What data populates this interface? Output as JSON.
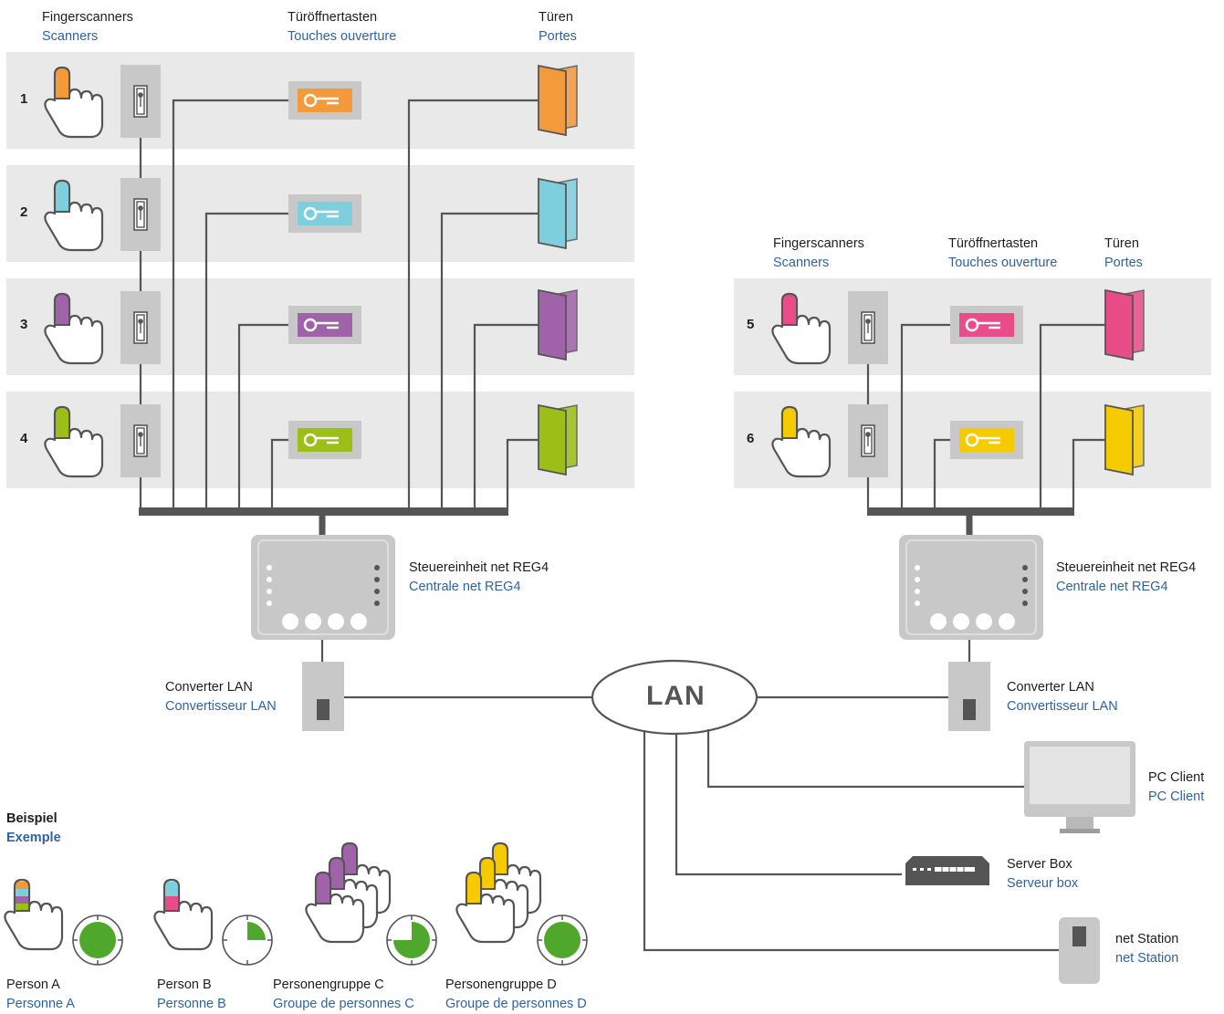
{
  "colors": {
    "orange": "#f39a3a",
    "light_blue": "#7ecfdd",
    "purple": "#a063a9",
    "green": "#9bbf16",
    "pink": "#e84d8a",
    "yellow": "#f5cb00",
    "text_fr": "#2e63a3",
    "row_bg": "#e9e9ea",
    "device_gray": "#c8c8c8",
    "line_gray": "#555555",
    "clock_green": "#4fa72b"
  },
  "left": {
    "headers": {
      "scanners": {
        "de": "Fingerscanners",
        "fr": "Scanners"
      },
      "keys": {
        "de": "Türöffnertasten",
        "fr": "Touches ouverture"
      },
      "doors": {
        "de": "Türen",
        "fr": "Portes"
      }
    },
    "rows": [
      {
        "num": "1",
        "color": "orange"
      },
      {
        "num": "2",
        "color": "light_blue"
      },
      {
        "num": "3",
        "color": "purple"
      },
      {
        "num": "4",
        "color": "green"
      }
    ],
    "controller": {
      "de": "Steuereinheit net REG4",
      "fr": "Centrale net REG4"
    },
    "converter": {
      "de": "Converter LAN",
      "fr": "Convertisseur LAN"
    }
  },
  "right": {
    "headers": {
      "scanners": {
        "de": "Fingerscanners",
        "fr": "Scanners"
      },
      "keys": {
        "de": "Türöffnertasten",
        "fr": "Touches ouverture"
      },
      "doors": {
        "de": "Türen",
        "fr": "Portes"
      }
    },
    "rows": [
      {
        "num": "5",
        "color": "pink"
      },
      {
        "num": "6",
        "color": "yellow"
      }
    ],
    "controller": {
      "de": "Steuereinheit net REG4",
      "fr": "Centrale net REG4"
    },
    "converter": {
      "de": "Converter LAN",
      "fr": "Convertisseur LAN"
    }
  },
  "network": {
    "lan": "LAN",
    "pc_client": {
      "de": "PC Client",
      "fr": "PC Client"
    },
    "server_box": {
      "de": "Server Box",
      "fr": "Serveur box"
    },
    "net_station": {
      "de": "net Station",
      "fr": "net Station"
    }
  },
  "example": {
    "title": {
      "de": "Beispiel",
      "fr": "Exemple"
    },
    "persons": [
      {
        "de": "Person A",
        "fr": "Personne A",
        "finger_colors": [
          "orange",
          "light_blue",
          "purple",
          "green"
        ],
        "clock_fraction": 1.0
      },
      {
        "de": "Person B",
        "fr": "Personne B",
        "finger_colors": [
          "light_blue",
          "pink"
        ],
        "clock_fraction": 0.25
      },
      {
        "de": "Personengruppe C",
        "fr": "Groupe de personnes C",
        "finger_colors": [
          "purple"
        ],
        "clock_fraction": 0.75
      },
      {
        "de": "Personengruppe D",
        "fr": "Groupe de personnes D",
        "finger_colors": [
          "yellow"
        ],
        "clock_fraction": 1.0
      }
    ]
  }
}
